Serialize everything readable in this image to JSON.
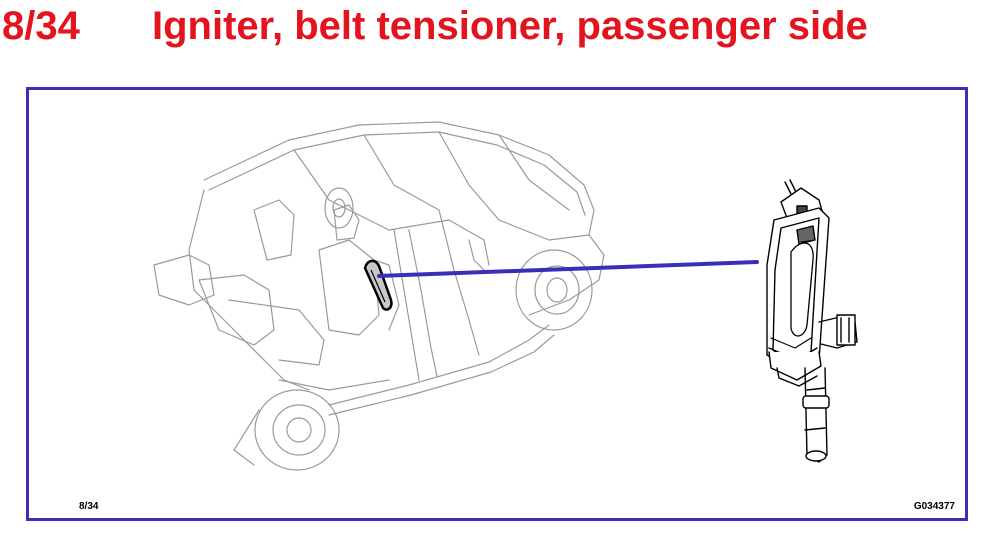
{
  "header": {
    "page_number": "8/34",
    "title": "Igniter, belt tensioner, passenger side"
  },
  "figure": {
    "page_label": "8/34",
    "figure_id": "G034377"
  },
  "colors": {
    "title": "#e3141e",
    "frame": "#3a2fb8",
    "leader_line": "#3a2fb8",
    "drawing_lines": "#9a9a9a",
    "highlight": "#000000"
  },
  "icons": {
    "car": "car-cutaway-icon",
    "tensioner": "belt-tensioner-icon"
  }
}
